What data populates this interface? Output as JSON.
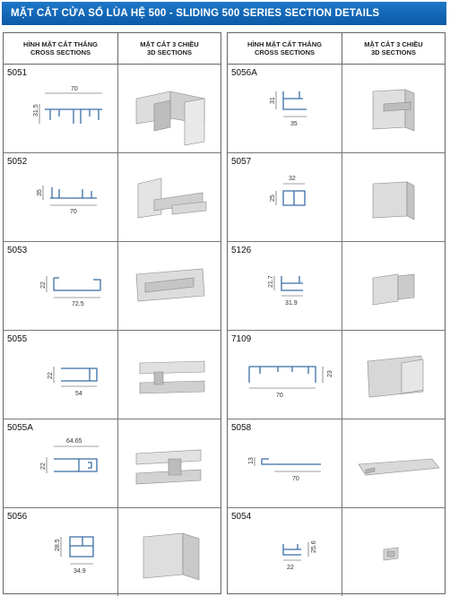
{
  "title": "MẶT CẮT CỬA SỔ LÙA HỆ 500 - SLIDING 500 SERIES SECTION DETAILS",
  "headers": {
    "cross_vn": "HÌNH MẶT CẮT THẲNG",
    "cross_en": "CROSS SECTIONS",
    "three_vn": "MẶT CẮT 3 CHIỀU",
    "three_en": "3D SECTIONS"
  },
  "left": [
    {
      "code": "5051",
      "dims": [
        "70",
        "31.5"
      ]
    },
    {
      "code": "5052",
      "dims": [
        "35",
        "70"
      ]
    },
    {
      "code": "5053",
      "dims": [
        "22",
        "72.5"
      ]
    },
    {
      "code": "5055",
      "dims": [
        "22",
        "54"
      ]
    },
    {
      "code": "5055A",
      "dims": [
        "64.65",
        "22"
      ]
    },
    {
      "code": "5056",
      "dims": [
        "28.5",
        "34.9"
      ]
    }
  ],
  "right": [
    {
      "code": "5056A",
      "dims": [
        "31",
        "35"
      ]
    },
    {
      "code": "5057",
      "dims": [
        "32",
        "25"
      ]
    },
    {
      "code": "5126",
      "dims": [
        "21.7",
        "31.9"
      ]
    },
    {
      "code": "7109",
      "dims": [
        "23",
        "70"
      ]
    },
    {
      "code": "5058",
      "dims": [
        "13",
        "70"
      ]
    },
    {
      "code": "5054",
      "dims": [
        "25.6",
        "22"
      ]
    }
  ]
}
